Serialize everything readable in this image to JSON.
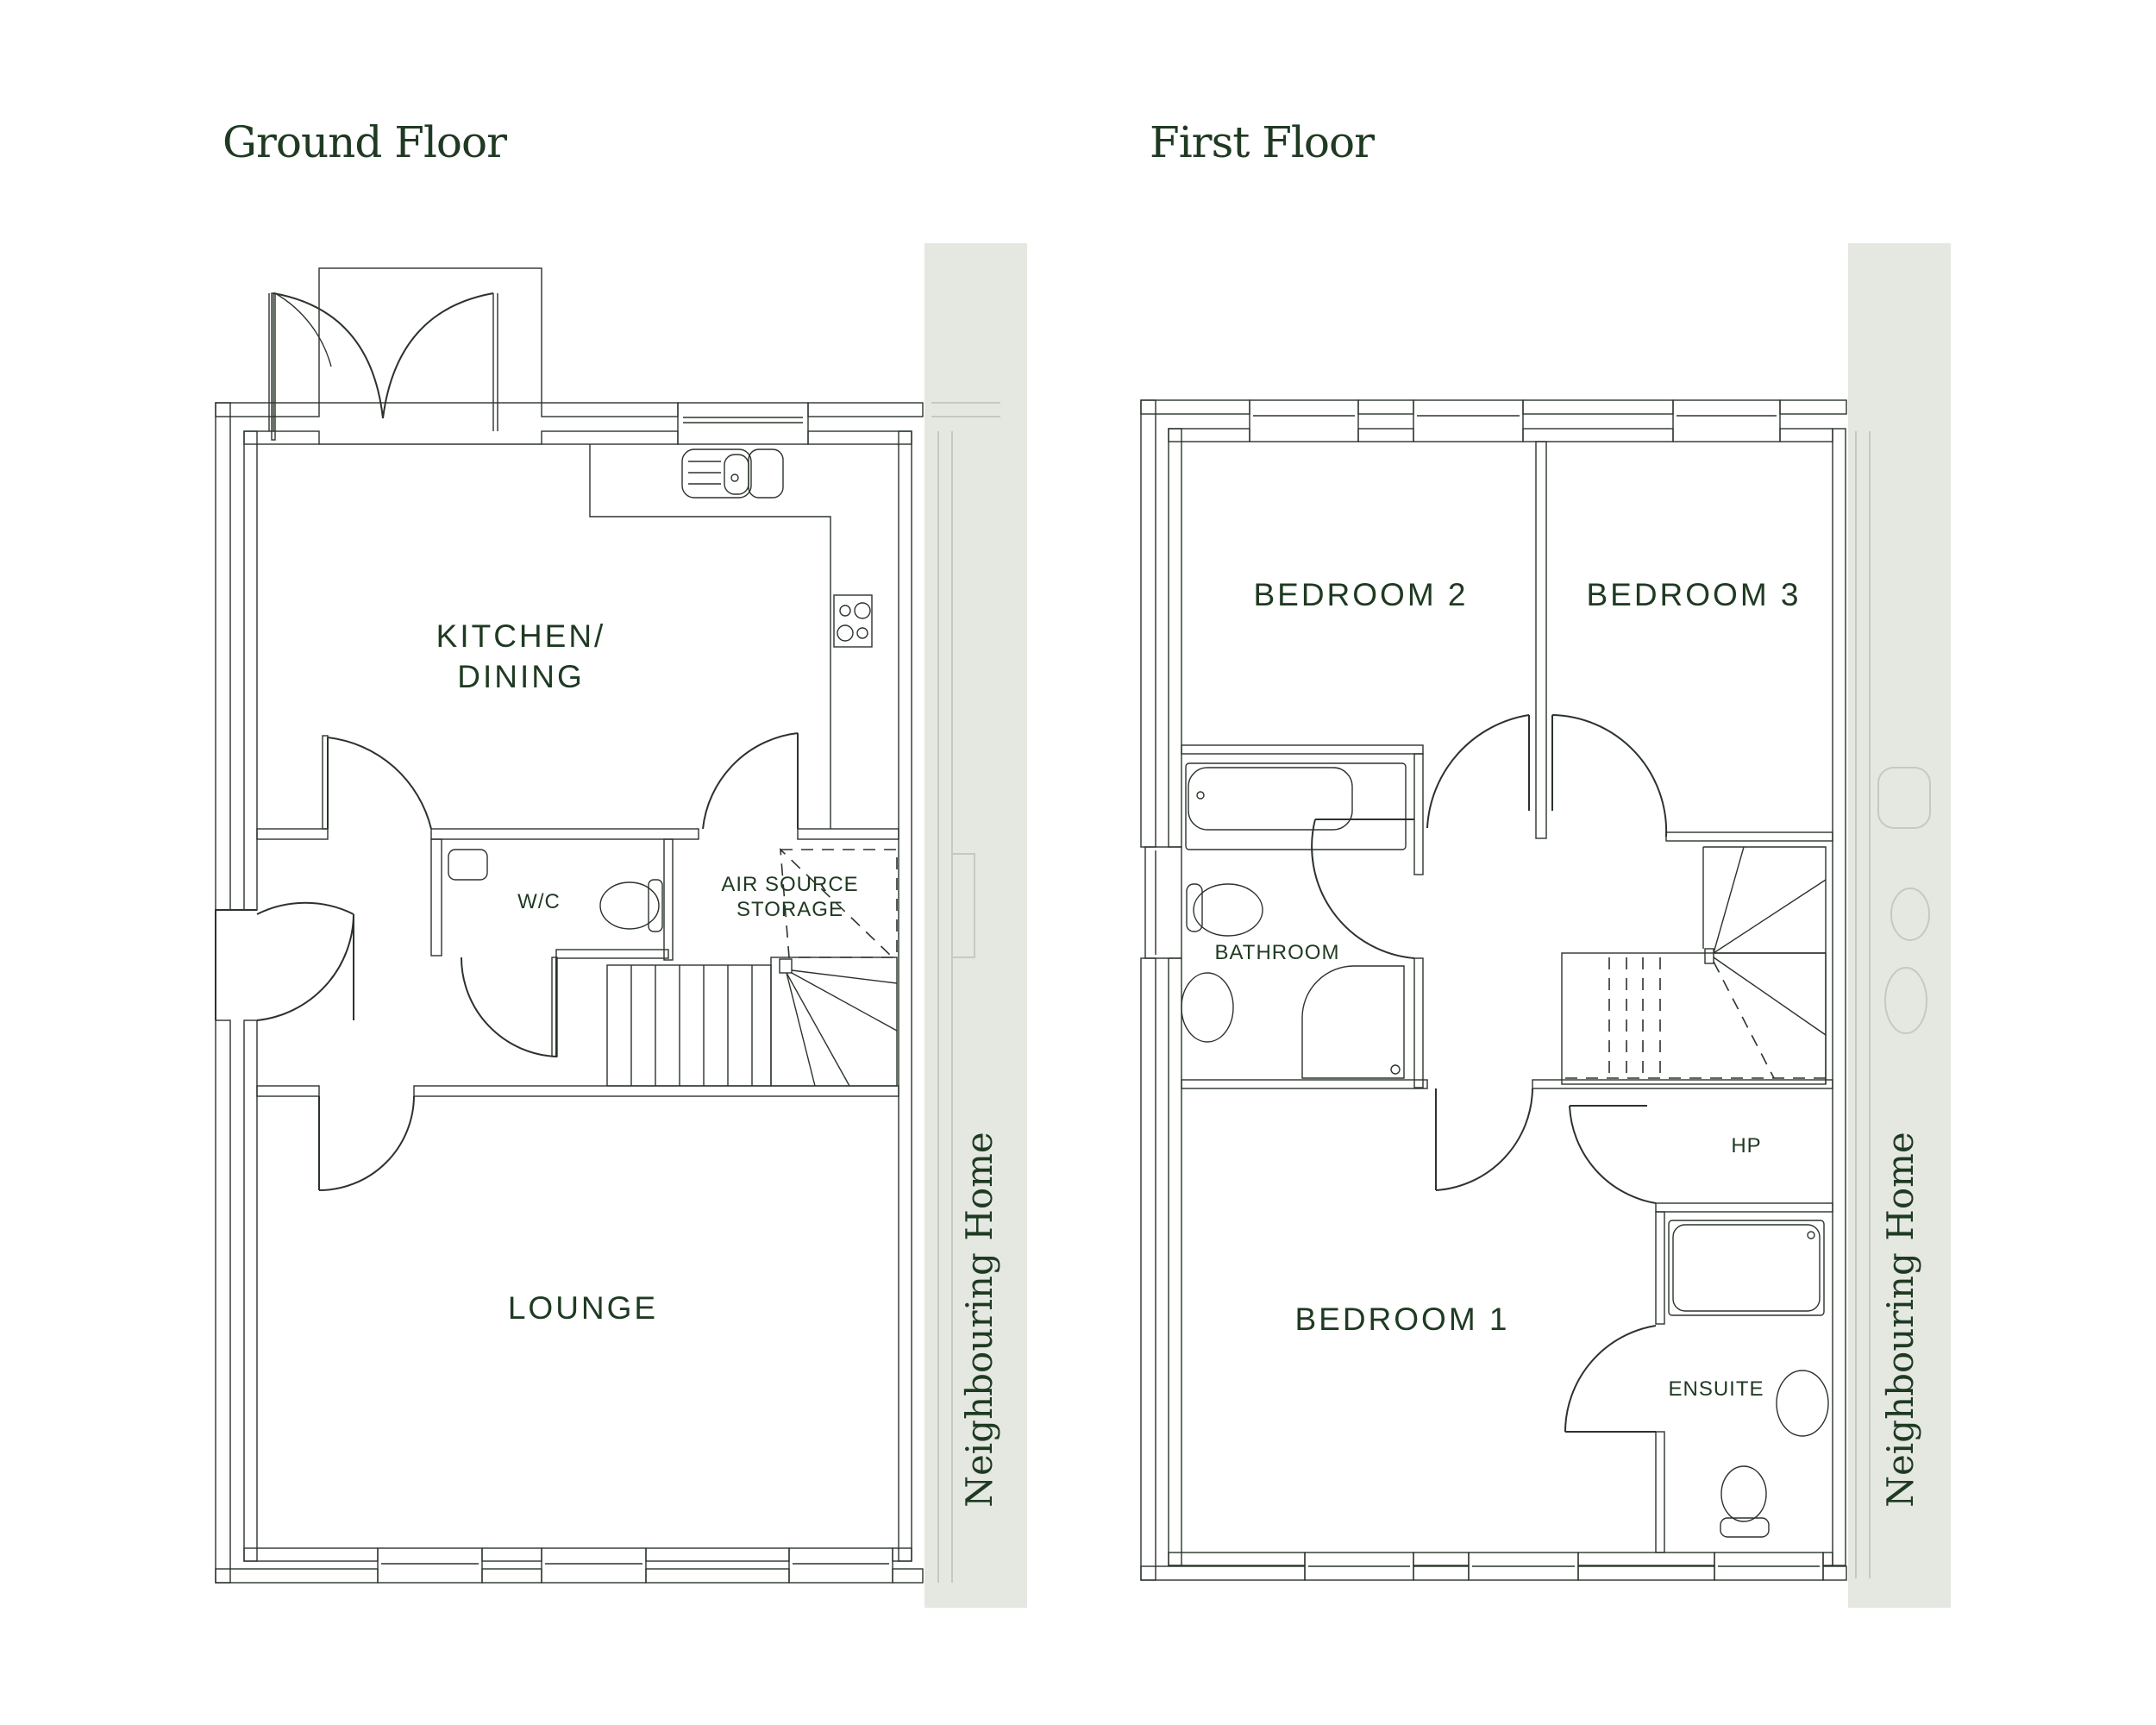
{
  "ground_floor": {
    "title": "Ground Floor",
    "rooms": {
      "kitchen_line1": "KITCHEN/",
      "kitchen_line2": "DINING",
      "wc": "W/C",
      "air_source_line1": "AIR SOURCE",
      "air_source_line2": "STORAGE",
      "lounge": "LOUNGE"
    },
    "neighbour_label": "Neighbouring Home"
  },
  "first_floor": {
    "title": "First Floor",
    "rooms": {
      "bedroom2": "BEDROOM 2",
      "bedroom3": "BEDROOM 3",
      "bathroom": "BATHROOM",
      "hp": "HP",
      "bedroom1": "BEDROOM 1",
      "ensuite": "ENSUITE"
    },
    "neighbour_label": "Neighbouring Home"
  },
  "colors": {
    "text": "#1f3a22",
    "lines": "#2b332b",
    "neighbour_strip": "#e5e7e1"
  }
}
